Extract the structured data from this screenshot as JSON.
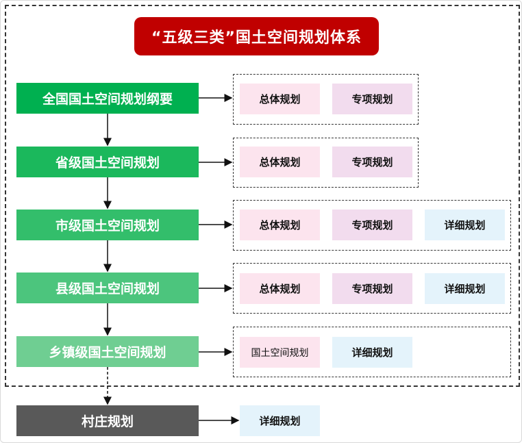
{
  "title": "“五级三类”国土空间规划体系",
  "levels": [
    {
      "label": "全国国土空间规划纲要",
      "color": "#00b050"
    },
    {
      "label": "省级国土空间规划",
      "color": "#1bb85c"
    },
    {
      "label": "市级国土空间规划",
      "color": "#33be6b"
    },
    {
      "label": "县级国土空间规划",
      "color": "#4cc57d"
    },
    {
      "label": "乡镇级国土空间规划",
      "color": "#6fce92"
    },
    {
      "label": "村庄规划",
      "color": "#595959"
    }
  ],
  "plans": [
    [
      "总体规划",
      "专项规划"
    ],
    [
      "总体规划",
      "专项规划"
    ],
    [
      "总体规划",
      "专项规划",
      "详细规划"
    ],
    [
      "总体规划",
      "专项规划",
      "详细规划"
    ],
    [
      "国土空间规划",
      "详细规划"
    ],
    [
      "详细规划"
    ]
  ]
}
